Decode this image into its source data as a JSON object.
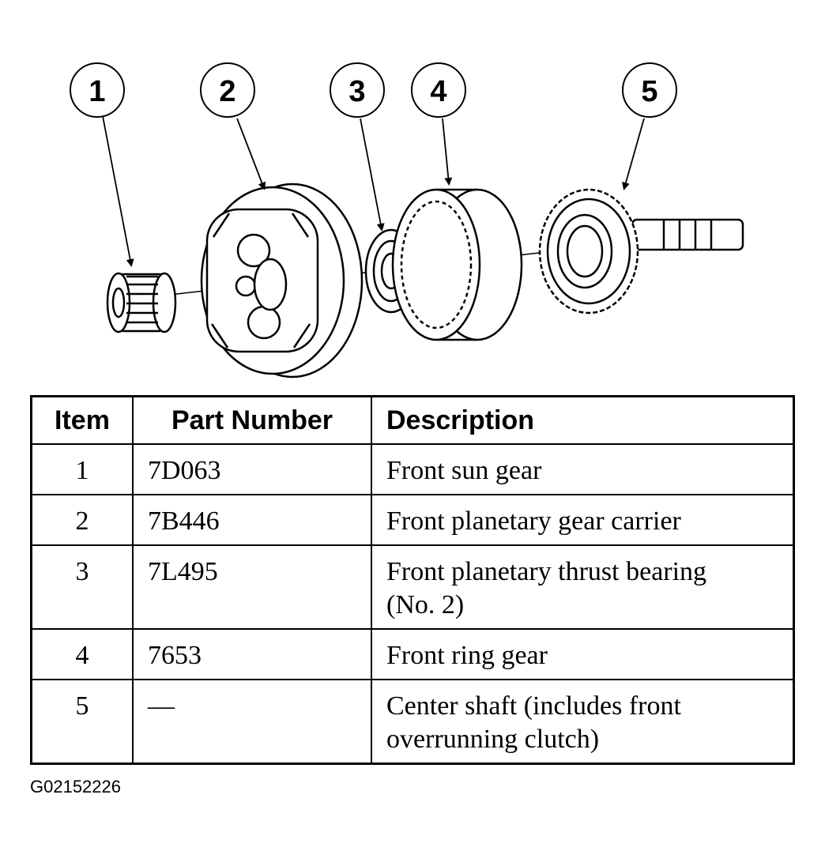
{
  "callouts": [
    "1",
    "2",
    "3",
    "4",
    "5"
  ],
  "table": {
    "headers": [
      "Item",
      "Part Number",
      "Description"
    ],
    "rows": [
      {
        "item": "1",
        "part": "7D063",
        "desc": [
          "Front sun gear"
        ]
      },
      {
        "item": "2",
        "part": "7B446",
        "desc": [
          "Front planetary gear carrier"
        ]
      },
      {
        "item": "3",
        "part": "7L495",
        "desc": [
          "Front planetary thrust bearing",
          "(No. 2)"
        ]
      },
      {
        "item": "4",
        "part": "7653",
        "desc": [
          "Front ring gear"
        ]
      },
      {
        "item": "5",
        "part": "—",
        "desc": [
          "Center shaft (includes front",
          "overrunning clutch)"
        ]
      }
    ]
  },
  "figure_id": "G02152226"
}
